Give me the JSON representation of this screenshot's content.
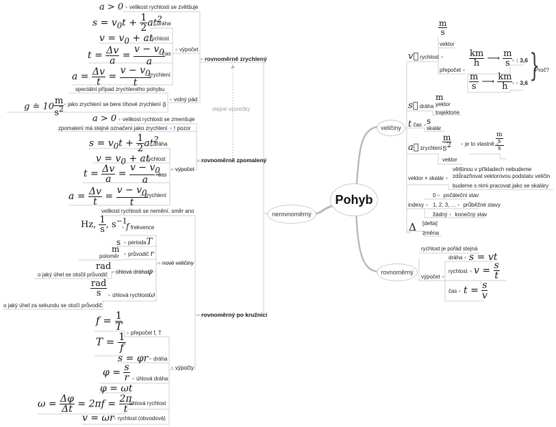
{
  "root": {
    "label": "Pohyb"
  },
  "branches": {
    "nerovnomerny": {
      "label": "nerovnoměrný",
      "zrychleny": {
        "label": "rovnoměrně zrychlený",
        "a_cond": "a > 0",
        "a_cond_note": "velikost rychlosti se zvětšuje",
        "vypocet_label": "výpočet",
        "formulas": [
          {
            "name": "dráha",
            "formula": "s = v₀t + ½at²"
          },
          {
            "name": "rychlost",
            "formula": "v = v₀ + at"
          },
          {
            "name": "čas",
            "formula": "t = Δv/a = (v − v₀)/a"
          },
          {
            "name": "zrychlení",
            "formula": "a = Δv/t = (v − v₀)/t"
          }
        ],
        "volny_pad_label": "volný pád",
        "volny_pad_note": "speciální případ zrychleného pohybu",
        "g_formula": "g ≐ 10 m/s²",
        "g_note": "jako zrychlení se bere tíhové zrychlení g⃗"
      },
      "link_note": "stejné vzorečky",
      "zpomaleny": {
        "label": "rovnoměrně zpomalený",
        "a_cond": "a > 0",
        "a_cond_note": "velikost rychlosti se zmenšuje",
        "pozor_label": "pozor",
        "pozor_icon": "!",
        "pozor_note": "zpomalení má stejné označení jako zrychlení",
        "vypocet_label": "výpočet",
        "formulas": [
          {
            "name": "dráha",
            "formula": "s = v₀t + ½at²"
          },
          {
            "name": "rychlost",
            "formula": "v = v₀ + at"
          },
          {
            "name": "čas",
            "formula": "t = Δv/a = (v − v₀)/a"
          },
          {
            "name": "zrychlení",
            "formula": "a = Δv/t = (v − v₀)/t"
          }
        ]
      },
      "kruznice": {
        "label": "rovnoměrný po kružnici",
        "note": "velikost rychlosti se nemění, směr ano",
        "nove_veliciny_label": "nové veličiny",
        "veliciny": [
          {
            "name": "frekvence",
            "symbol": "f",
            "unit": "Hz, 1/s, s⁻¹"
          },
          {
            "name": "perioda",
            "symbol": "T",
            "unit": "s"
          },
          {
            "name": "průvodič",
            "symbol": "r",
            "unit": "m",
            "extra": "poloměr"
          },
          {
            "name": "úhlová dráha",
            "symbol": "φ",
            "unit": "rad",
            "extra": "o jaký úhel se otočil průvodič"
          },
          {
            "name": "úhlová rychlost",
            "symbol": "ω",
            "unit": "rad/s",
            "extra": "o jaký úhel za sekundu se otočí průvodič"
          }
        ],
        "vypocty_label": "výpočty",
        "vypocty": [
          {
            "name": "přepočet f, T",
            "formulas": [
              "f = 1/T",
              "T = 1/f"
            ]
          },
          {
            "name": "dráha",
            "formulas": [
              "s = φr"
            ]
          },
          {
            "name": "úhlová dráha",
            "formulas": [
              "φ = s/r",
              "φ = ωt"
            ]
          },
          {
            "name": "úhlová rychlost",
            "formulas": [
              "ω = Δφ/Δt = 2πf = 2π/t"
            ]
          },
          {
            "name": "rychlost (obvodová)",
            "formulas": [
              "v = ωr"
            ]
          }
        ]
      }
    },
    "veliciny": {
      "label": "veličiny",
      "rychlost": {
        "label": "rychlost",
        "symbol": "v⃗",
        "unit": "m/s",
        "vektor": "vektor",
        "prepocet_label": "přepočet",
        "conversions": [
          {
            "from": "km/h",
            "to": "m/s",
            "op": ": 3,6"
          },
          {
            "from": "m/s",
            "to": "km/h",
            "op": "· 3,6"
          }
        ],
        "question": "Proč?"
      },
      "draha": {
        "label": "dráha",
        "symbol": "s⃗",
        "unit": "m",
        "items": [
          "vektor",
          "trajektorie"
        ]
      },
      "cas": {
        "label": "čas",
        "symbol": "t",
        "unit": "s",
        "items": [
          "skalár"
        ]
      },
      "zrychleni": {
        "label": "zrychlení",
        "symbol": "a⃗",
        "unit": "m/s²",
        "note": "je to vlastně",
        "note_unit": "(m/s)/s",
        "items": [
          "vektor"
        ]
      },
      "vektor_skalar": {
        "label": "vektor × skalár",
        "note_line1": "většinou v příkladech nebudeme",
        "note_line2": "zdůrazňovat vektorovou podstatu veličin",
        "note2": "budeme s nimi pracovat jako se skaláry"
      },
      "indexy": {
        "label": "indexy",
        "items": [
          {
            "key": "0",
            "value": "počáteční stav"
          },
          {
            "key": "1, 2, 3, ...",
            "value": "průběžné stavy"
          },
          {
            "key": "žádný",
            "value": "konečný stav"
          }
        ]
      },
      "delta": {
        "symbol": "Δ",
        "items": [
          "[delta]",
          "změna"
        ]
      }
    },
    "rovnomerny": {
      "label": "rovnoměrný",
      "note": "rychlost je pořád stejná",
      "vypocet_label": "výpočet",
      "formulas": [
        {
          "name": "dráha",
          "formula": "s = vt"
        },
        {
          "name": "rychlost",
          "formula": "v = s/t"
        },
        {
          "name": "čas",
          "formula": "t = s/v"
        }
      ]
    }
  },
  "colors": {
    "line": "#cfcfcf",
    "curve": "#b9b9b9",
    "dot": "#a9c7ee",
    "warn": "#a020d0"
  }
}
